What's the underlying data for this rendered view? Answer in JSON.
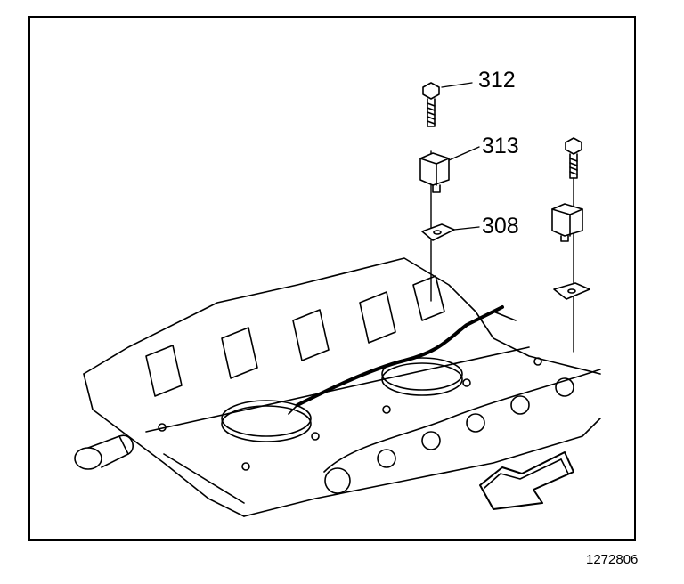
{
  "callouts": {
    "bolt": "312",
    "sensor": "313",
    "gasket": "308"
  },
  "figure_number": "1272806",
  "icons": [
    "bolt-icon",
    "sensor-icon",
    "gasket-icon",
    "direction-arrow-icon"
  ],
  "colors": {
    "line": "#000000",
    "background": "#ffffff"
  }
}
